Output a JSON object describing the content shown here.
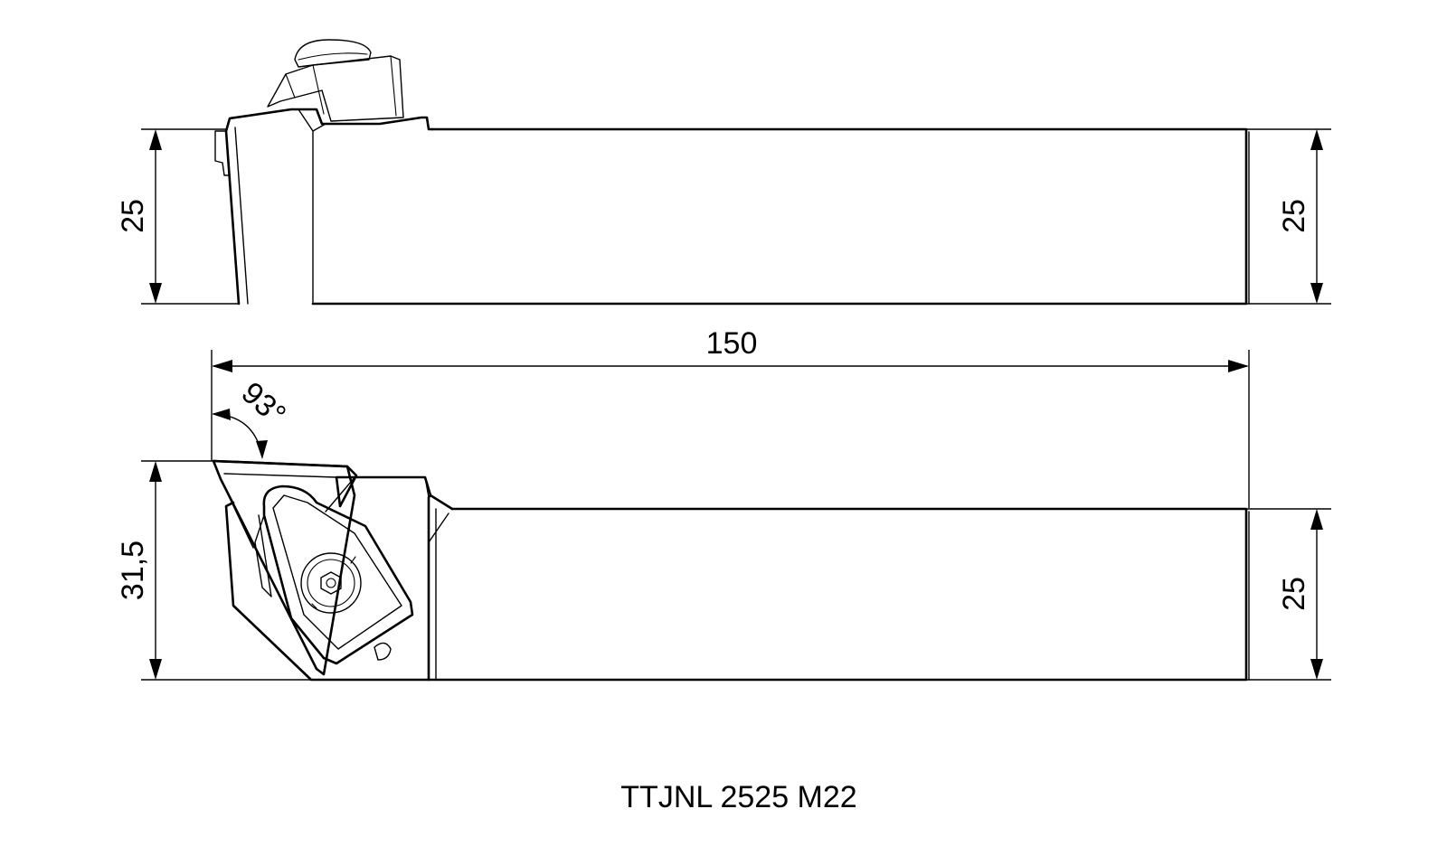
{
  "drawing": {
    "title": "TTJNL 2525 M22",
    "dimensions": {
      "top_view_left_height": "25",
      "top_view_right_height": "25",
      "overall_length": "150",
      "approach_angle": "93°",
      "bottom_view_head_width": "31,5",
      "bottom_view_shank_width": "25"
    }
  }
}
